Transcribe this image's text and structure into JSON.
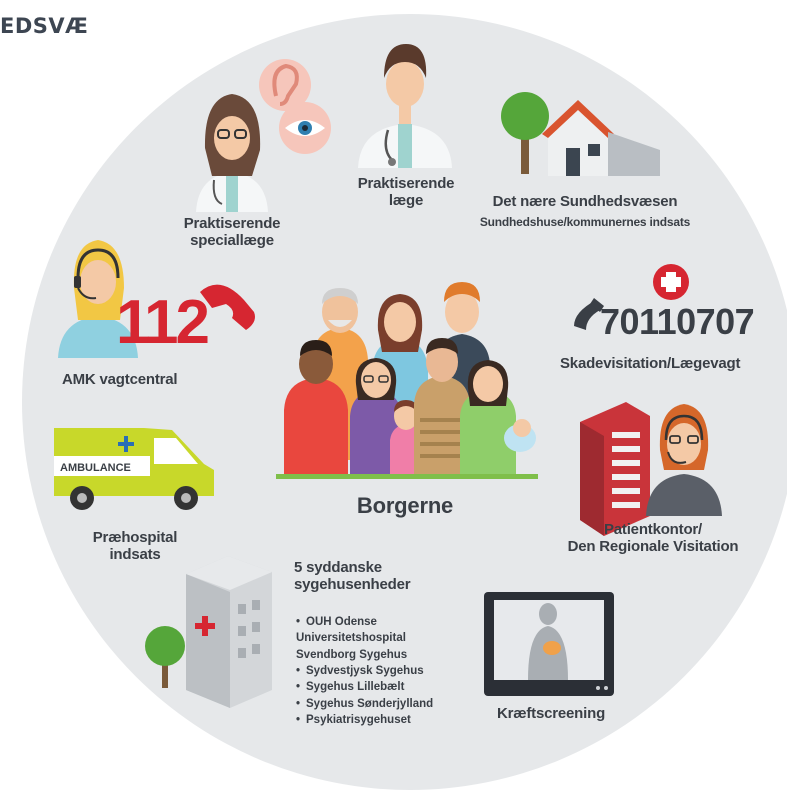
{
  "header": {
    "title_fragment": "EDSVÆ"
  },
  "labels": {
    "praktiserende_speciallaege": [
      "Praktiserende",
      "speciallæge"
    ],
    "praktiserende_laege": [
      "Praktiserende",
      "læge"
    ],
    "det_naere_title": "Det nære Sundhedsvæsen",
    "det_naere_sub": "Sundhedshuse/kommunernes indsats",
    "amk_number": "112",
    "amk_label": "AMK vagtcentral",
    "skade_number": "70110707",
    "skade_label": "Skadevisitation/Lægevagt",
    "ambulance_text": "AMBULANCE",
    "praehospital": [
      "Præhospital",
      "indsats"
    ],
    "center": "Borgerne",
    "patientkontor": [
      "Patientkontor/",
      "Den Regionale Visitation"
    ],
    "sygehus_title": [
      "5 syddanske",
      "sygehusenheder"
    ],
    "kraeftscreening": "Kræftscreening"
  },
  "sygehuse": [
    {
      "name": "OUH Odense",
      "sub": [
        "Universitetshospital",
        "Svendborg Sygehus"
      ]
    },
    {
      "name": "Sydvestjysk Sygehus"
    },
    {
      "name": "Sygehus Lillebælt"
    },
    {
      "name": "Sygehus Sønderjylland"
    },
    {
      "name": "Psykiatrisygehuset"
    }
  ],
  "colors": {
    "circle": "#e6e8ea",
    "text": "#3a3f46",
    "red": "#d62631",
    "ambulance": "#c8d82a",
    "tree": "#55a63a",
    "building_red": "#c9343a"
  }
}
